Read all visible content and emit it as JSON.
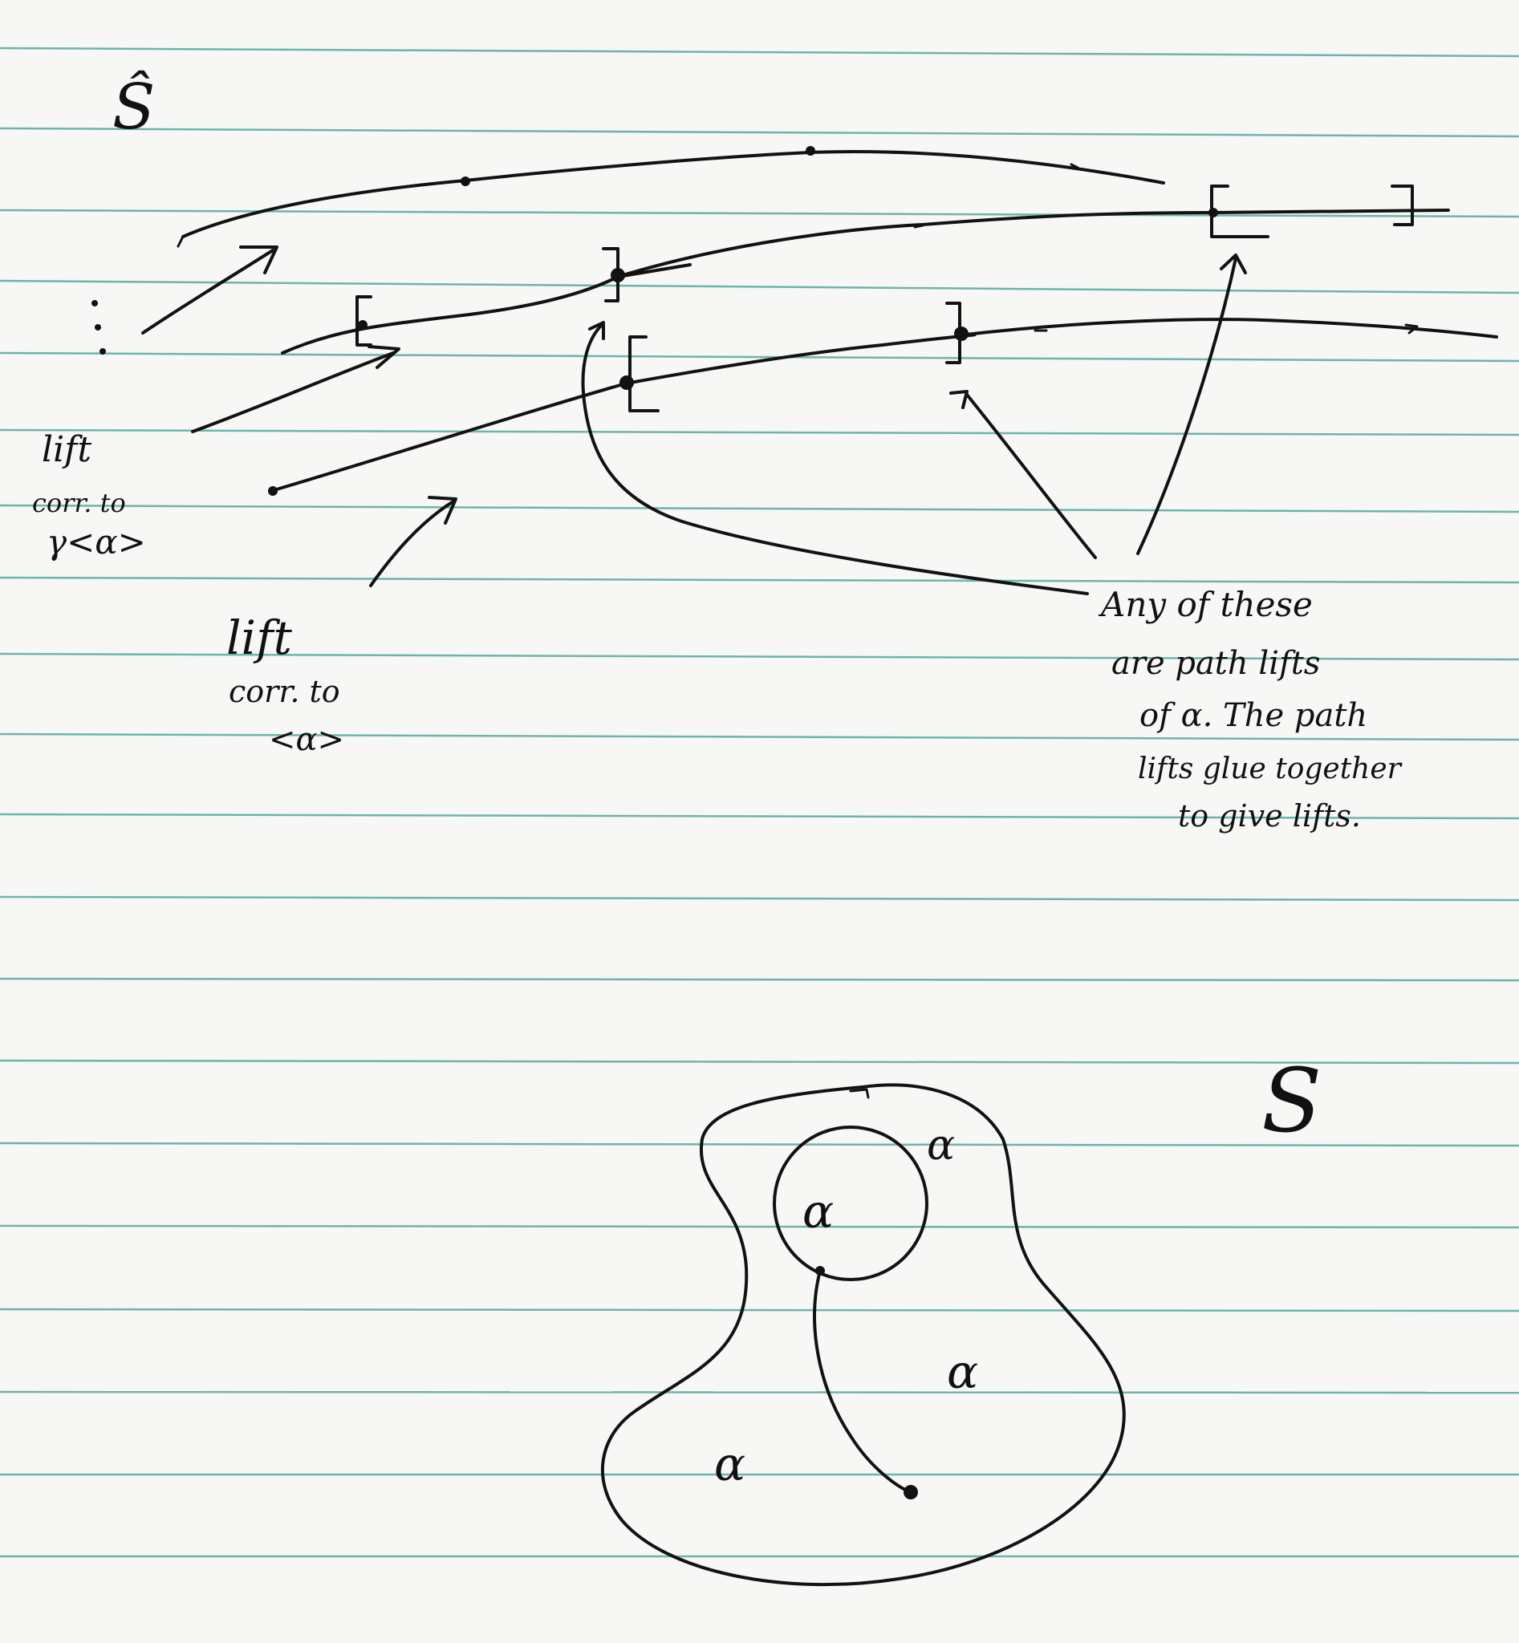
{
  "top_label": "Ŝ",
  "bottom_label": "S",
  "lift_gamma_label": [
    "lift",
    "corr. to",
    "γ<α>"
  ],
  "lift_alpha_label": [
    "lift",
    "corr. to",
    "<α>"
  ],
  "note": [
    "Any of these",
    "are path lifts",
    "of α. The path",
    "lifts glue together",
    "to give lifts."
  ],
  "alpha_marks": [
    "α",
    "α",
    "α",
    "α"
  ],
  "colors": {
    "ink": "#121212",
    "rule": "#6fb3ad",
    "paper": "#f7f7f5"
  }
}
